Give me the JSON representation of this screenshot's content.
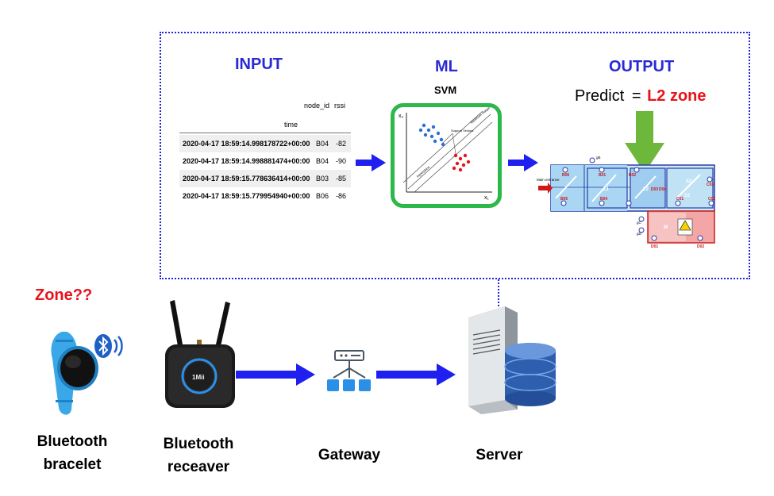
{
  "zone_question": "Zone??",
  "sections": {
    "input": "INPUT",
    "ml": "ML",
    "output": "OUTPUT"
  },
  "svm": {
    "title": "SVM",
    "axis_y": "x₂",
    "axis_x": "x₁",
    "annotations": [
      "Support Vectors",
      "Maximum margin",
      "Hyperplane"
    ]
  },
  "predict": {
    "prefix": "Predict",
    "equals": "=",
    "zone": "L2 zone"
  },
  "table": {
    "index_name": "time",
    "columns": [
      "node_id",
      "rssi"
    ],
    "rows": [
      {
        "time": "2020-04-17 18:59:14.998178722+00:00",
        "node_id": "B04",
        "rssi": "-82"
      },
      {
        "time": "2020-04-17 18:59:14.998881474+00:00",
        "node_id": "B04",
        "rssi": "-90"
      },
      {
        "time": "2020-04-17 18:59:15.778636414+00:00",
        "node_id": "B03",
        "rssi": "-85"
      },
      {
        "time": "2020-04-17 18:59:15.779954940+00:00",
        "node_id": "B06",
        "rssi": "-86"
      }
    ]
  },
  "floor_map": {
    "entrance": "Main entrance",
    "nodes": [
      "B06",
      "B01",
      "B02",
      "B04",
      "B05",
      "C01",
      "C02",
      "C03",
      "D03",
      "D04",
      "D01",
      "D02"
    ],
    "zones": [
      "L1",
      "L2",
      "S1",
      "S2",
      "M"
    ],
    "gateways": [
      "gB",
      "gC",
      "gD"
    ],
    "warning_sign": "Biological hazard"
  },
  "pipeline": {
    "bracelet": "Bluetooth bracelet",
    "receiver": "Bluetooth receaver",
    "receiver_brand": "1Mii",
    "gateway": "Gateway",
    "server": "Server"
  },
  "colors": {
    "accent_blue": "#2a2ad4",
    "arrow_blue": "#1f1ff0",
    "alert_red": "#e8121b",
    "svm_border": "#2db84a",
    "predict_arrow": "#6db83a",
    "bracelet_blue": "#3aa8e8"
  }
}
